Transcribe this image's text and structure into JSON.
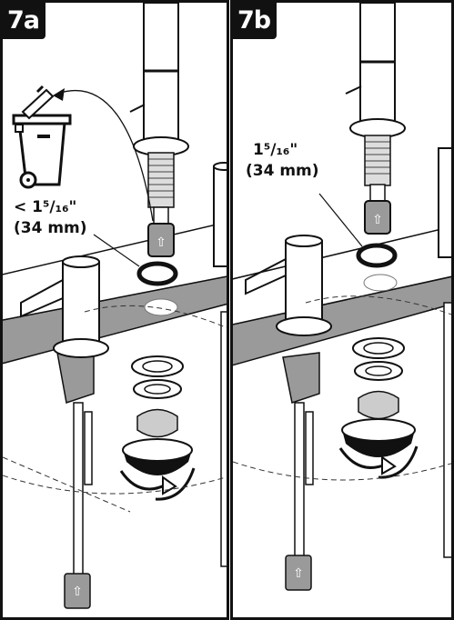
{
  "panels": [
    {
      "tag": "7a",
      "size_label_line1": "< 1⁵/₁₆\"",
      "size_label_line2": "(34 mm)"
    },
    {
      "tag": "7b",
      "size_label_line1": "1⁵/₁₆\"",
      "size_label_line2": "(34 mm)"
    }
  ],
  "icons": [
    "trash-bin-icon",
    "rotate-arrow-icon",
    "retainer-ring-icon"
  ],
  "colors": {
    "line": "#111111",
    "fill_gray": "#9a9a9a",
    "accent_dark": "#111111"
  }
}
